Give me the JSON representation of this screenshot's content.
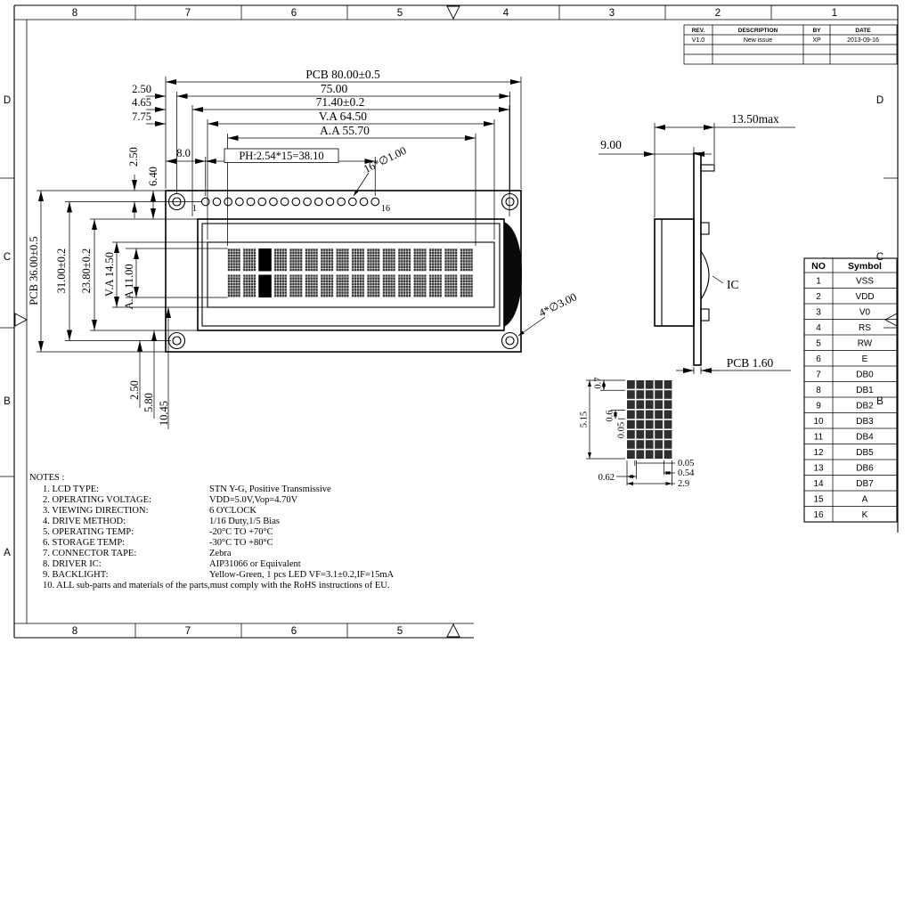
{
  "sheet": {
    "zones_top": [
      "8",
      "7",
      "6",
      "5",
      "4",
      "3",
      "2",
      "1"
    ],
    "zones_bottom": [
      "8",
      "7",
      "6",
      "5"
    ],
    "zones_left": [
      "D",
      "C",
      "B",
      "A"
    ],
    "zones_right": [
      "D",
      "C",
      "B"
    ]
  },
  "revision_table": {
    "headers": [
      "REV.",
      "DESCRIPTION",
      "BY",
      "DATE"
    ],
    "rows": [
      {
        "rev": "V1.0",
        "description": "New issue",
        "by": "XP",
        "date": "2013-09-16"
      }
    ]
  },
  "front_view": {
    "dim_pcb_width": "PCB 80.00±0.5",
    "dim_hole_span_h": "75.00",
    "dim_hole_edge": "2.50",
    "dim_frame_width": "71.40±0.2",
    "dim_frame_edge": "4.65",
    "dim_va_width": "V.A 64.50",
    "dim_va_edge": "7.75",
    "dim_aa_width": "A.A 55.70",
    "dim_pin_pitch": "PH:2.54*15=38.10",
    "dim_pin_edge": "8.0",
    "dim_pin_hole": "16*∅1.00",
    "dim_pin_offset_v": "2.50",
    "dim_frame_offset_v": "6.40",
    "dim_pcb_height": "PCB 36.00±0.5",
    "dim_hole_span_v": "31.00±0.2",
    "dim_frame_height": "23.80±0.2",
    "dim_va_height": "V.A 14.50",
    "dim_aa_height": "A.A 11.00",
    "dim_hole_edge_bottom": "2.50",
    "dim_frame_bottom": "5.80",
    "dim_va_bottom": "10.45",
    "dim_mount_hole": "4*∅3.00",
    "pin_first_label": "1",
    "pin_last_label": "16",
    "pin_count": 16,
    "display_cols": 16,
    "display_rows": 2,
    "highlight_col": 2
  },
  "side_view": {
    "dim_total": "13.50max",
    "dim_depth": "9.00",
    "dim_pcb_thickness": "PCB 1.60",
    "ic_label": "IC"
  },
  "dot_detail": {
    "grid_cols": 5,
    "grid_rows": 8,
    "dim_row_pitch": "0.7",
    "dim_char_height": "5.15",
    "dim_dot_height": "0.6",
    "dim_dot_gap_v": "0.05",
    "dim_col_pitch": "0.62",
    "dim_dot_gap_h": "0.05",
    "dim_dot_width": "0.54",
    "dim_char_width": "2.9"
  },
  "pin_table": {
    "headers": [
      "NO",
      "Symbol"
    ],
    "rows": [
      [
        "1",
        "VSS"
      ],
      [
        "2",
        "VDD"
      ],
      [
        "3",
        "V0"
      ],
      [
        "4",
        "RS"
      ],
      [
        "5",
        "RW"
      ],
      [
        "6",
        "E"
      ],
      [
        "7",
        "DB0"
      ],
      [
        "8",
        "DB1"
      ],
      [
        "9",
        "DB2"
      ],
      [
        "10",
        "DB3"
      ],
      [
        "11",
        "DB4"
      ],
      [
        "12",
        "DB5"
      ],
      [
        "13",
        "DB6"
      ],
      [
        "14",
        "DB7"
      ],
      [
        "15",
        "A"
      ],
      [
        "16",
        "K"
      ]
    ]
  },
  "notes": {
    "title": "NOTES :",
    "items": [
      {
        "label": "1. LCD TYPE:",
        "value": "STN Y-G, Positive Transmissive"
      },
      {
        "label": "2. OPERATING VOLTAGE:",
        "value": "VDD=5.0V,Vop=4.70V"
      },
      {
        "label": "3. VIEWING DIRECTION:",
        "value": "6 O'CLOCK"
      },
      {
        "label": "4. DRIVE METHOD:",
        "value": "1/16 Duty,1/5 Bias"
      },
      {
        "label": "5. OPERATING TEMP:",
        "value": "-20°C TO +70°C"
      },
      {
        "label": "6. STORAGE TEMP:",
        "value": "-30°C TO +80°C"
      },
      {
        "label": "7. CONNECTOR TAPE:",
        "value": "Zebra"
      },
      {
        "label": "8. DRIVER IC:",
        "value": "AIP31066 or Equivalent"
      },
      {
        "label": "9. BACKLIGHT:",
        "value": "Yellow-Green, 1 pcs LED VF=3.1±0.2,IF=15mA"
      },
      {
        "label": "10. ALL sub-parts and materials of the parts,must comply with the RoHS instructions of EU.",
        "value": ""
      }
    ]
  }
}
